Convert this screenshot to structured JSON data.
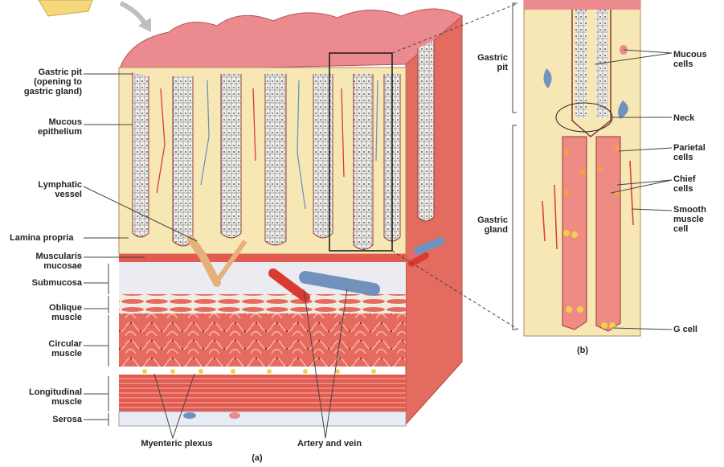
{
  "panel_a": {
    "labels": {
      "gastric_pit": "Gastric pit\n(opening to\ngastric gland)",
      "mucous_epithelium": "Mucous\nepithelium",
      "lymphatic_vessel": "Lymphatic\nvessel",
      "lamina_propria": "Lamina propria",
      "muscularis_mucosae": "Muscularis\nmucosae",
      "submucosa": "Submucosa",
      "oblique_muscle": "Oblique\nmuscle",
      "circular_muscle": "Circular\nmuscle",
      "longitudinal_muscle": "Longitudinal\nmuscle",
      "serosa": "Serosa",
      "myenteric_plexus": "Myenteric plexus",
      "artery_and_vein": "Artery and vein"
    },
    "caption": "(a)"
  },
  "panel_b": {
    "labels": {
      "gastric_pit": "Gastric\npit",
      "gastric_gland": "Gastric\ngland",
      "mucous_cells": "Mucous\ncells",
      "neck": "Neck",
      "parietal_cells": "Parietal\ncells",
      "chief_cells": "Chief\ncells",
      "smooth_muscle_cell": "Smooth\nmuscle\ncell",
      "g_cell": "G cell"
    },
    "caption": "(b)"
  },
  "colors": {
    "mucosa_pink": "#e98a8f",
    "lamina_cream": "#f7e7b5",
    "muscle_red": "#e0564f",
    "vein_blue": "#6f93bd",
    "artery_red": "#d93b33",
    "lymph_tan": "#e6b07a"
  }
}
